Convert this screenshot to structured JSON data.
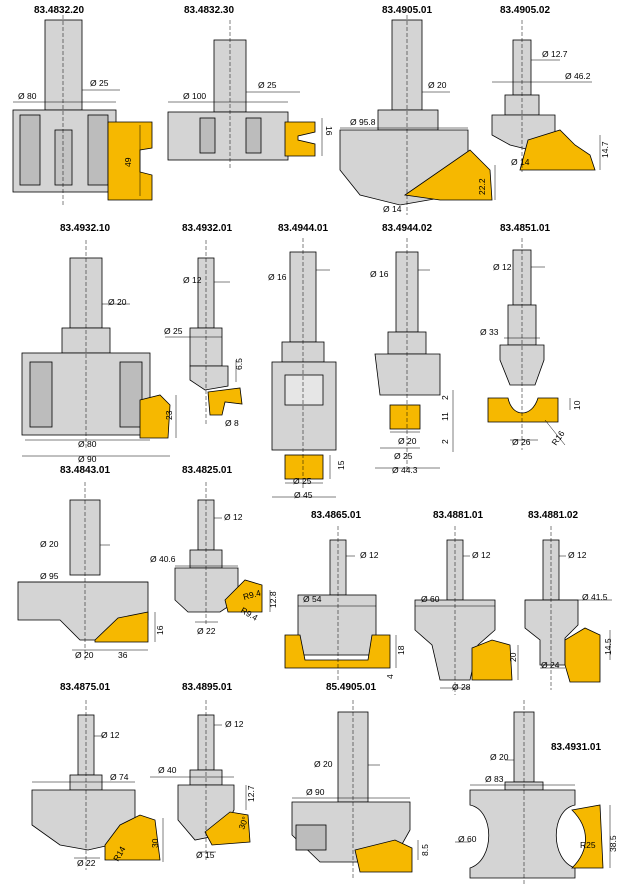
{
  "colors": {
    "steel": "#d4d4d4",
    "steel_dark": "#a9a9a9",
    "workpiece": "#f6b800",
    "line": "#000000"
  },
  "tools": [
    {
      "code": "83.4832.20",
      "dims": [
        "Ø 25",
        "Ø 80",
        "49"
      ]
    },
    {
      "code": "83.4832.30",
      "dims": [
        "Ø 25",
        "Ø 100",
        "16"
      ]
    },
    {
      "code": "83.4905.01",
      "dims": [
        "Ø 20",
        "Ø 95.8",
        "Ø 14",
        "22.2"
      ]
    },
    {
      "code": "83.4905.02",
      "dims": [
        "Ø 12.7",
        "Ø 46.2",
        "Ø 14",
        "14.7"
      ]
    },
    {
      "code": "83.4932.10",
      "dims": [
        "Ø 20",
        "Ø 80",
        "Ø 90",
        "23"
      ]
    },
    {
      "code": "83.4932.01",
      "dims": [
        "Ø 12",
        "Ø 25",
        "6.5",
        "Ø 8"
      ]
    },
    {
      "code": "83.4944.01",
      "dims": [
        "Ø 16",
        "Ø 25",
        "Ø 45",
        "15"
      ]
    },
    {
      "code": "83.4944.02",
      "dims": [
        "Ø 16",
        "Ø 20",
        "Ø 25",
        "Ø 44.3",
        "2",
        "11",
        "2"
      ]
    },
    {
      "code": "83.4851.01",
      "dims": [
        "Ø 12",
        "Ø 33",
        "10",
        "Ø 26",
        "R16"
      ]
    },
    {
      "code": "83.4843.01",
      "dims": [
        "Ø 20",
        "Ø 95",
        "16",
        "Ø 20",
        "36"
      ]
    },
    {
      "code": "83.4825.01",
      "dims": [
        "Ø 12",
        "Ø 40.6",
        "R9.4",
        "R9.4",
        "12.8",
        "Ø 22"
      ]
    },
    {
      "code": "83.4865.01",
      "dims": [
        "Ø 12",
        "Ø 54",
        "18",
        "4"
      ]
    },
    {
      "code": "83.4881.01",
      "dims": [
        "Ø 12",
        "Ø 60",
        "20",
        "Ø 28"
      ]
    },
    {
      "code": "83.4881.02",
      "dims": [
        "Ø 12",
        "Ø 41.5",
        "14.5",
        "Ø 24"
      ]
    },
    {
      "code": "83.4875.01",
      "dims": [
        "Ø 12",
        "Ø 74",
        "R14",
        "30",
        "Ø 22"
      ]
    },
    {
      "code": "83.4895.01",
      "dims": [
        "Ø 12",
        "Ø 40",
        "12.7",
        "30°",
        "Ø 15"
      ]
    },
    {
      "code": "85.4905.01",
      "dims": [
        "Ø 20",
        "Ø 90",
        "8.5"
      ]
    },
    {
      "code": "83.4931.01",
      "dims": [
        "Ø 20",
        "Ø 83",
        "Ø 60",
        "R25",
        "38.5"
      ]
    }
  ]
}
